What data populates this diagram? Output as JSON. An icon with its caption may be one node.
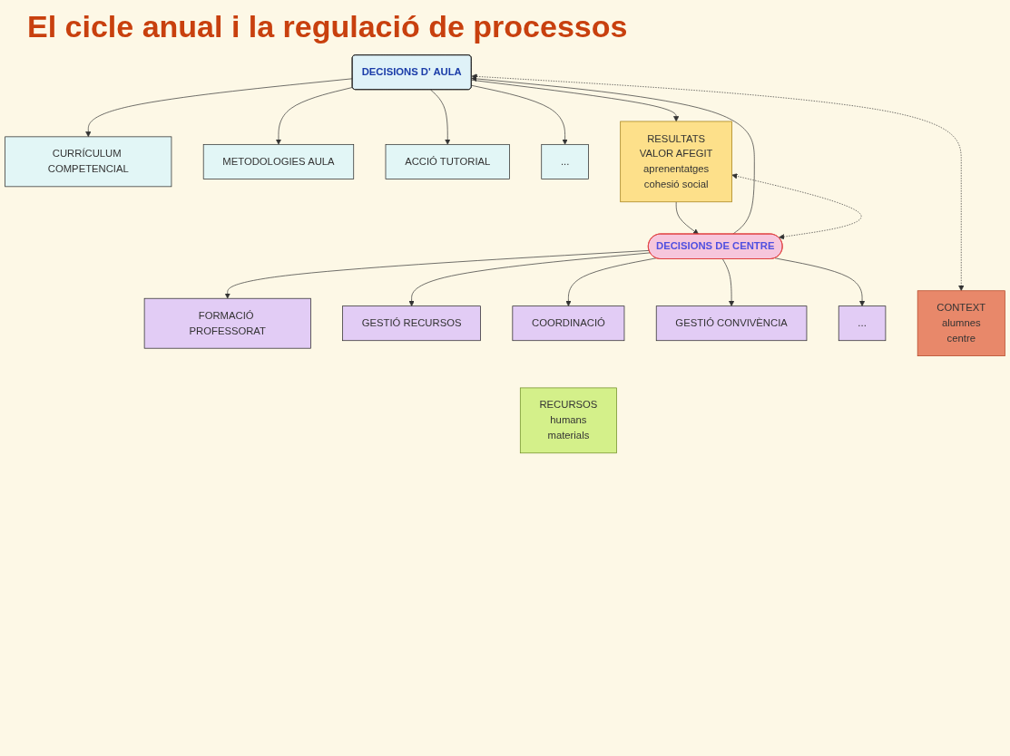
{
  "diagram": {
    "title": "El cicle anual i la regulació de processos",
    "nodes": [
      {
        "text": [
          "FORMACIÓ PROFESSORAT"
        ]
      },
      {
        "text": [
          "GESTIÓ RECURSOS"
        ]
      },
      {
        "text": [
          "COORDINACIÓ"
        ]
      },
      {
        "text": [
          "GESTIÓ CONVIVÈNCIA"
        ]
      },
      {
        "text": [
          "..."
        ]
      },
      {
        "text": [
          "CURRÍCULUM COMPETENCIAL"
        ]
      },
      {
        "text": [
          "DECISIONS D' AULA"
        ]
      },
      {
        "text": [
          "DECISIONS DE CENTRE"
        ]
      },
      {
        "text": [
          "METODOLOGIES AULA"
        ]
      },
      {
        "text": [
          "ACCIÓ TUTORIAL"
        ]
      },
      {
        "text": [
          "..."
        ]
      },
      {
        "text": [
          "RESULTATS",
          "VALOR AFEGIT",
          "aprenentatges",
          "cohesió social"
        ]
      },
      {
        "text": [
          "CONTEXT",
          "alumnes",
          "centre"
        ]
      },
      {
        "text": [
          "RECURSOS",
          "humans",
          "materials"
        ]
      }
    ],
    "edges": [
      {
        "from": 7,
        "to": 0,
        "arrow": "to"
      },
      {
        "from": 7,
        "to": 1,
        "arrow": "to"
      },
      {
        "from": 7,
        "to": 2,
        "arrow": "to"
      },
      {
        "from": 7,
        "to": 3,
        "arrow": "to"
      },
      {
        "from": 7,
        "to": 4,
        "arrow": "to"
      },
      {
        "from": 6,
        "to": 5,
        "arrow": "to"
      },
      {
        "from": 6,
        "to": 8,
        "arrow": "to"
      },
      {
        "from": 6,
        "to": 9,
        "arrow": "to"
      },
      {
        "from": 6,
        "to": 10,
        "arrow": "to"
      },
      {
        "from": 7,
        "to": 6,
        "arrow": "to"
      },
      {
        "from": 6,
        "to": 11,
        "arrow": "to"
      },
      {
        "from": 6,
        "to": 12,
        "arrow": "both",
        "style": "dashed"
      },
      {
        "from": 11,
        "to": 7,
        "arrow": "to"
      },
      {
        "from": 7,
        "to": 11,
        "arrow": "both",
        "style": "dashed"
      }
    ]
  }
}
